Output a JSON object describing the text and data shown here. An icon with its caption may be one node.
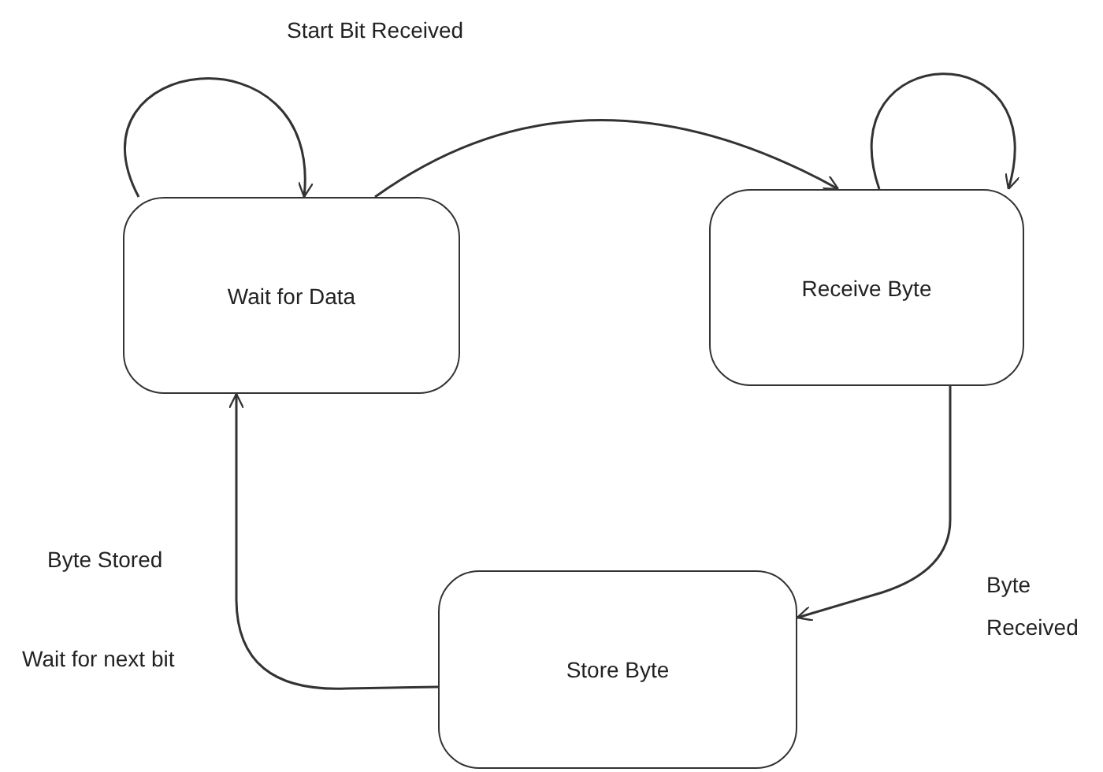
{
  "diagram": {
    "nodes": [
      {
        "text": [
          "Wait for Data"
        ]
      },
      {
        "text": [
          "Receive Byte"
        ]
      },
      {
        "text": [
          "Store Byte"
        ]
      }
    ],
    "edges": [
      {
        "from": 0,
        "to": 0,
        "arrow": "to"
      },
      {
        "from": 0,
        "to": 1,
        "arrow": "to"
      },
      {
        "from": 1,
        "to": 1,
        "arrow": "to"
      },
      {
        "from": 1,
        "to": 2,
        "arrow": "to"
      },
      {
        "from": 2,
        "to": 0,
        "arrow": "to"
      }
    ],
    "labels": [
      "Start Bit Received",
      "Byte Stored",
      "Wait for next bit",
      "Byte Received"
    ]
  }
}
